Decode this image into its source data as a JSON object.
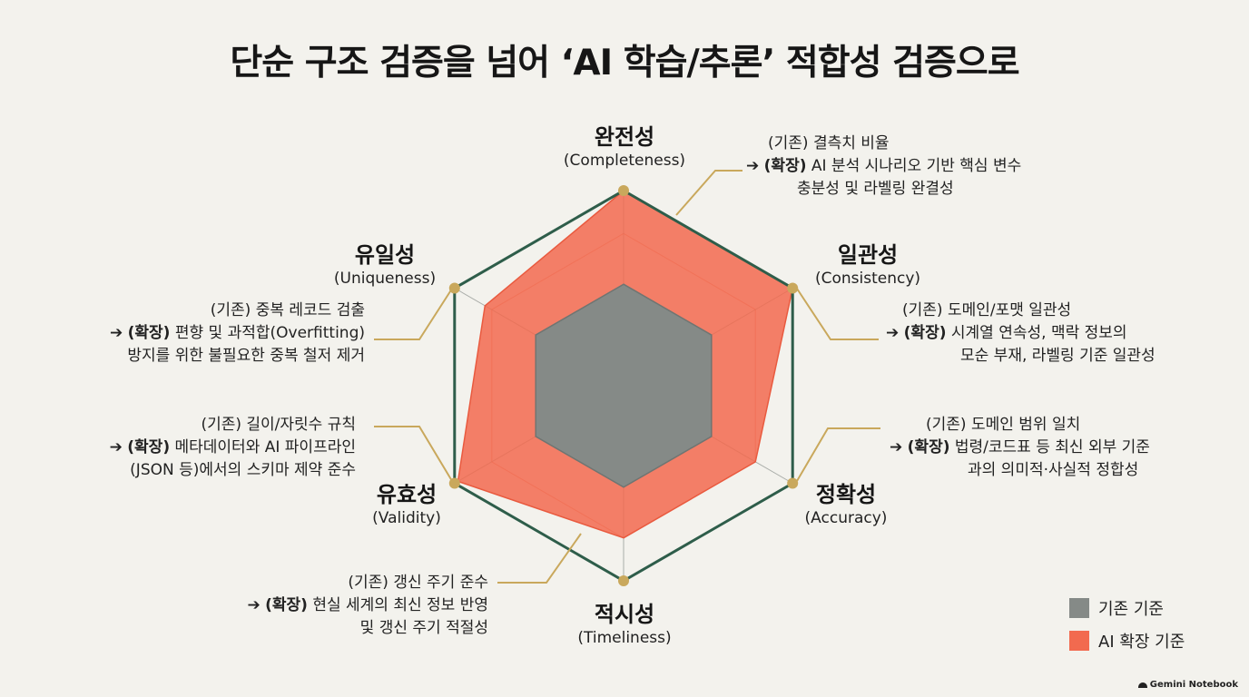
{
  "title": "단순 구조 검증을 넘어 ‘AI 학습/추론’ 적합성 검증으로",
  "colors": {
    "baseline": "#858a87",
    "ai": "#f26a4f",
    "outline": "#2e5d4a",
    "accent": "#c9a85c"
  },
  "axes": [
    {
      "ko": "완전성",
      "en": "(Completeness)"
    },
    {
      "ko": "일관성",
      "en": "(Consistency)"
    },
    {
      "ko": "정확성",
      "en": "(Accuracy)"
    },
    {
      "ko": "적시성",
      "en": "(Timeliness)"
    },
    {
      "ko": "유효성",
      "en": "(Validity)"
    },
    {
      "ko": "유일성",
      "en": "(Uniqueness)"
    }
  ],
  "chart_data": {
    "type": "radar",
    "categories": [
      "완전성",
      "일관성",
      "정확성",
      "적시성",
      "유효성",
      "유일성"
    ],
    "series": [
      {
        "name": "기존 기준",
        "values": [
          0.52,
          0.52,
          0.52,
          0.52,
          0.52,
          0.52
        ]
      },
      {
        "name": "AI 확장 기준",
        "values": [
          1.0,
          1.0,
          0.78,
          0.78,
          0.98,
          0.82
        ]
      }
    ],
    "max": 1.0
  },
  "notes": [
    {
      "line1": "(기존) 결측치 비율",
      "arrow": "➔",
      "bold": "(확장)",
      "line2": " AI 분석 시나리오 기반 핵심 변수",
      "line3": "충분성 및 라벨링 완결성"
    },
    {
      "line1": "(기존) 도메인/포맷 일관성",
      "arrow": "➔",
      "bold": "(확장)",
      "line2": " 시계열 연속성, 맥락 정보의",
      "line3": "모순 부재, 라벨링 기준 일관성"
    },
    {
      "line1": "(기존) 도메인 범위 일치",
      "arrow": "➔",
      "bold": "(확장)",
      "line2": " 법령/코드표 등 최신 외부 기준",
      "line3": "과의 의미적·사실적 정합성"
    },
    {
      "line1": "(기존) 갱신 주기 준수",
      "arrow": "➔",
      "bold": "(확장)",
      "line2": " 현실 세계의 최신 정보 반영",
      "line3": "및 갱신 주기 적절성"
    },
    {
      "line1": "(기존) 길이/자릿수 규칙",
      "arrow": "➔",
      "bold": "(확장)",
      "line2": " 메타데이터와 AI 파이프라인",
      "line3": "(JSON 등)에서의 스키마 제약 준수"
    },
    {
      "line1": "(기존) 중복 레코드 검출",
      "arrow": "➔",
      "bold": "(확장)",
      "line2": " 편향 및 과적합(Overfitting)",
      "line3": "방지를 위한 불필요한 중복 철저 제거"
    }
  ],
  "legend": [
    {
      "label": "기존 기준",
      "color": "#858a87"
    },
    {
      "label": "AI 확장 기준",
      "color": "#f26a4f"
    }
  ],
  "brand": "Gemini Notebook"
}
